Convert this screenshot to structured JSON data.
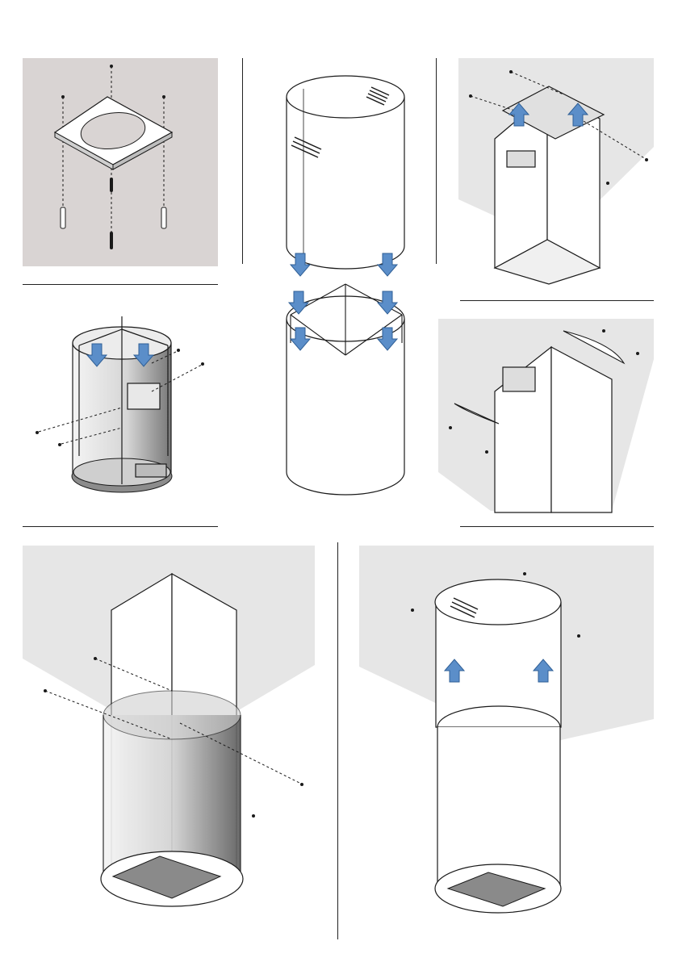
{
  "page": {
    "type": "installation-instruction-illustration",
    "text": ""
  },
  "colors": {
    "ceiling": "#d9d4d3",
    "wall": "#e6e6e6",
    "arrow": "#5b8ec9",
    "arrow_stroke": "#2f5f96",
    "line": "#1a1a1a",
    "metal_dark": "#7a7a7a",
    "metal_light": "#f3f3f3"
  },
  "steps": [
    {
      "id": "mount-plate-to-ceiling",
      "arrows": 0,
      "icons": [
        "screw-icon",
        "wall-plug-icon",
        "mounting-plate-icon"
      ]
    },
    {
      "id": "insert-frame-into-chimney",
      "arrows": 2,
      "arrow_direction": "down",
      "icons": [
        "down-arrow-icon",
        "screw-icon"
      ]
    },
    {
      "id": "stack-chimney-sections",
      "arrows": 6,
      "arrow_direction": "down",
      "icons": [
        "down-arrow-icon"
      ]
    },
    {
      "id": "lift-frame-to-plate",
      "arrows": 2,
      "arrow_direction": "up",
      "icons": [
        "up-arrow-icon",
        "screw-icon"
      ]
    },
    {
      "id": "attach-side-brackets",
      "arrows": 0,
      "icons": [
        "bracket-icon",
        "screw-icon"
      ]
    },
    {
      "id": "fit-hood-body-to-frame",
      "arrows": 0,
      "icons": [
        "screw-icon",
        "grease-filter-icon"
      ]
    },
    {
      "id": "slide-up-upper-chimney",
      "arrows": 2,
      "arrow_direction": "up",
      "icons": [
        "up-arrow-icon",
        "screw-icon",
        "grease-filter-icon"
      ]
    }
  ]
}
